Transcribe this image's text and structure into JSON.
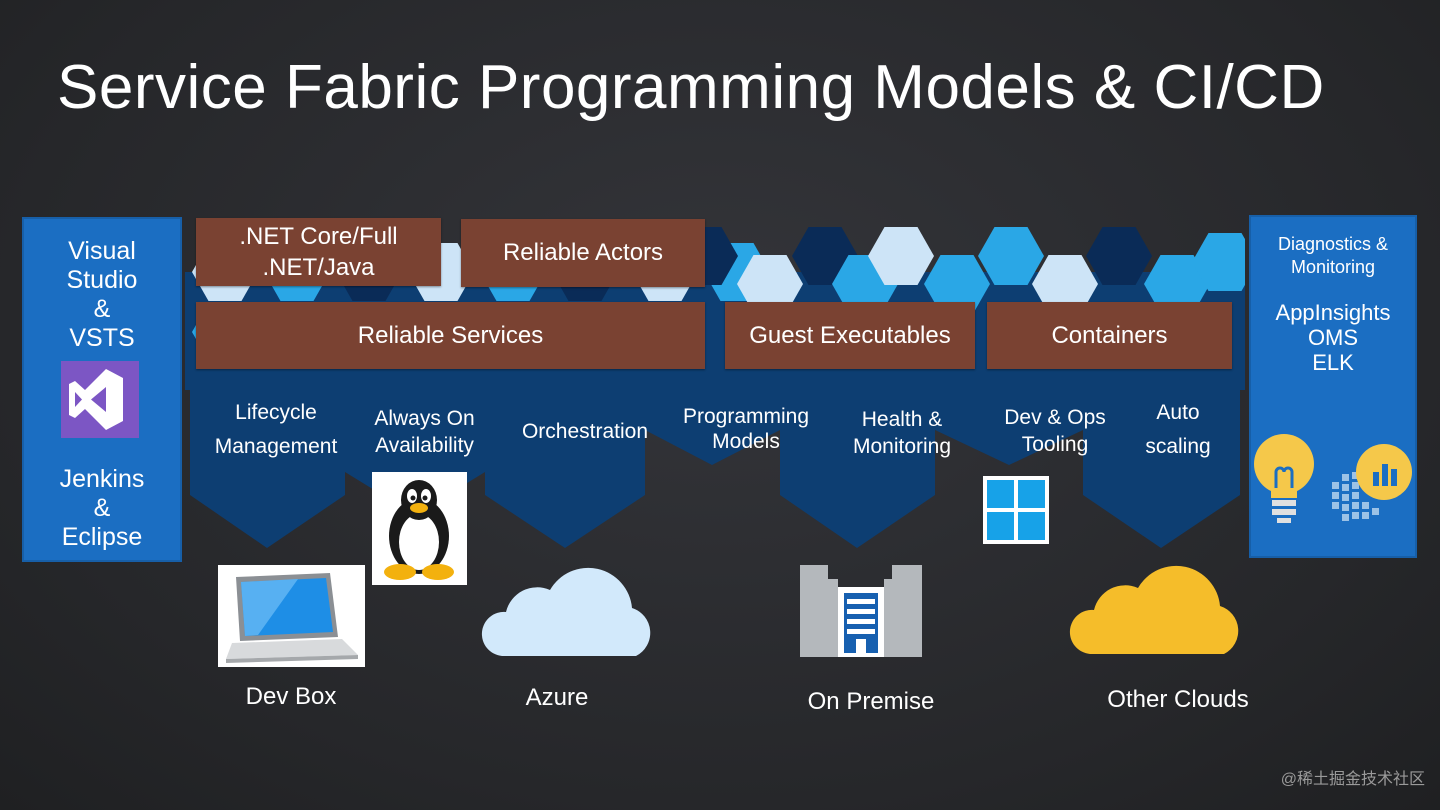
{
  "title": "Service Fabric Programming Models & CI/CD",
  "left_panel": {
    "line1": "Visual",
    "line2": "Studio",
    "line3": "&",
    "line4": "VSTS",
    "line5": "Jenkins",
    "line6": "&",
    "line7": "Eclipse",
    "icon": "visual-studio-icon"
  },
  "right_panel": {
    "line1": "Diagnostics &",
    "line2": "Monitoring",
    "line3": "AppInsights",
    "line4": "OMS",
    "line5": "ELK",
    "icons": [
      "lightbulb-icon",
      "analytics-icon"
    ]
  },
  "programming_models": {
    "net": {
      "line1": ".NET Core/Full",
      "line2": ".NET/Java"
    },
    "reliable_actors": "Reliable Actors",
    "reliable_services": "Reliable Services",
    "guest_executables": "Guest Executables",
    "containers": "Containers"
  },
  "capabilities": [
    {
      "line1": "Lifecycle",
      "line2": "Management"
    },
    {
      "line1": "Always On",
      "line2": "Availability"
    },
    {
      "line1": "Orchestration",
      "line2": ""
    },
    {
      "line1": "Programming",
      "line2": "Models"
    },
    {
      "line1": "Health &",
      "line2": "Monitoring"
    },
    {
      "line1": "Dev & Ops",
      "line2": "Tooling"
    },
    {
      "line1": "Auto",
      "line2": "scaling"
    }
  ],
  "targets": {
    "dev_box": "Dev Box",
    "azure": "Azure",
    "on_premise": "On Premise",
    "other_clouds": "Other Clouds"
  },
  "icons": [
    "laptop-icon",
    "linux-penguin-icon",
    "cloud-icon",
    "building-icon",
    "windows-icon",
    "cloud-icon"
  ],
  "watermark": "@稀土掘金技术社区",
  "colors": {
    "background": "#2a2b2e",
    "panel_blue": "#1b6ec2",
    "band_blue": "#0d3e72",
    "brown": "#7a4232",
    "hex_light": "#cde4f7",
    "hex_mid": "#2aa7e6",
    "hex_dark": "#0a2b57",
    "cloud_azure": "#d2e9fb",
    "cloud_other": "#f5bd2a"
  }
}
